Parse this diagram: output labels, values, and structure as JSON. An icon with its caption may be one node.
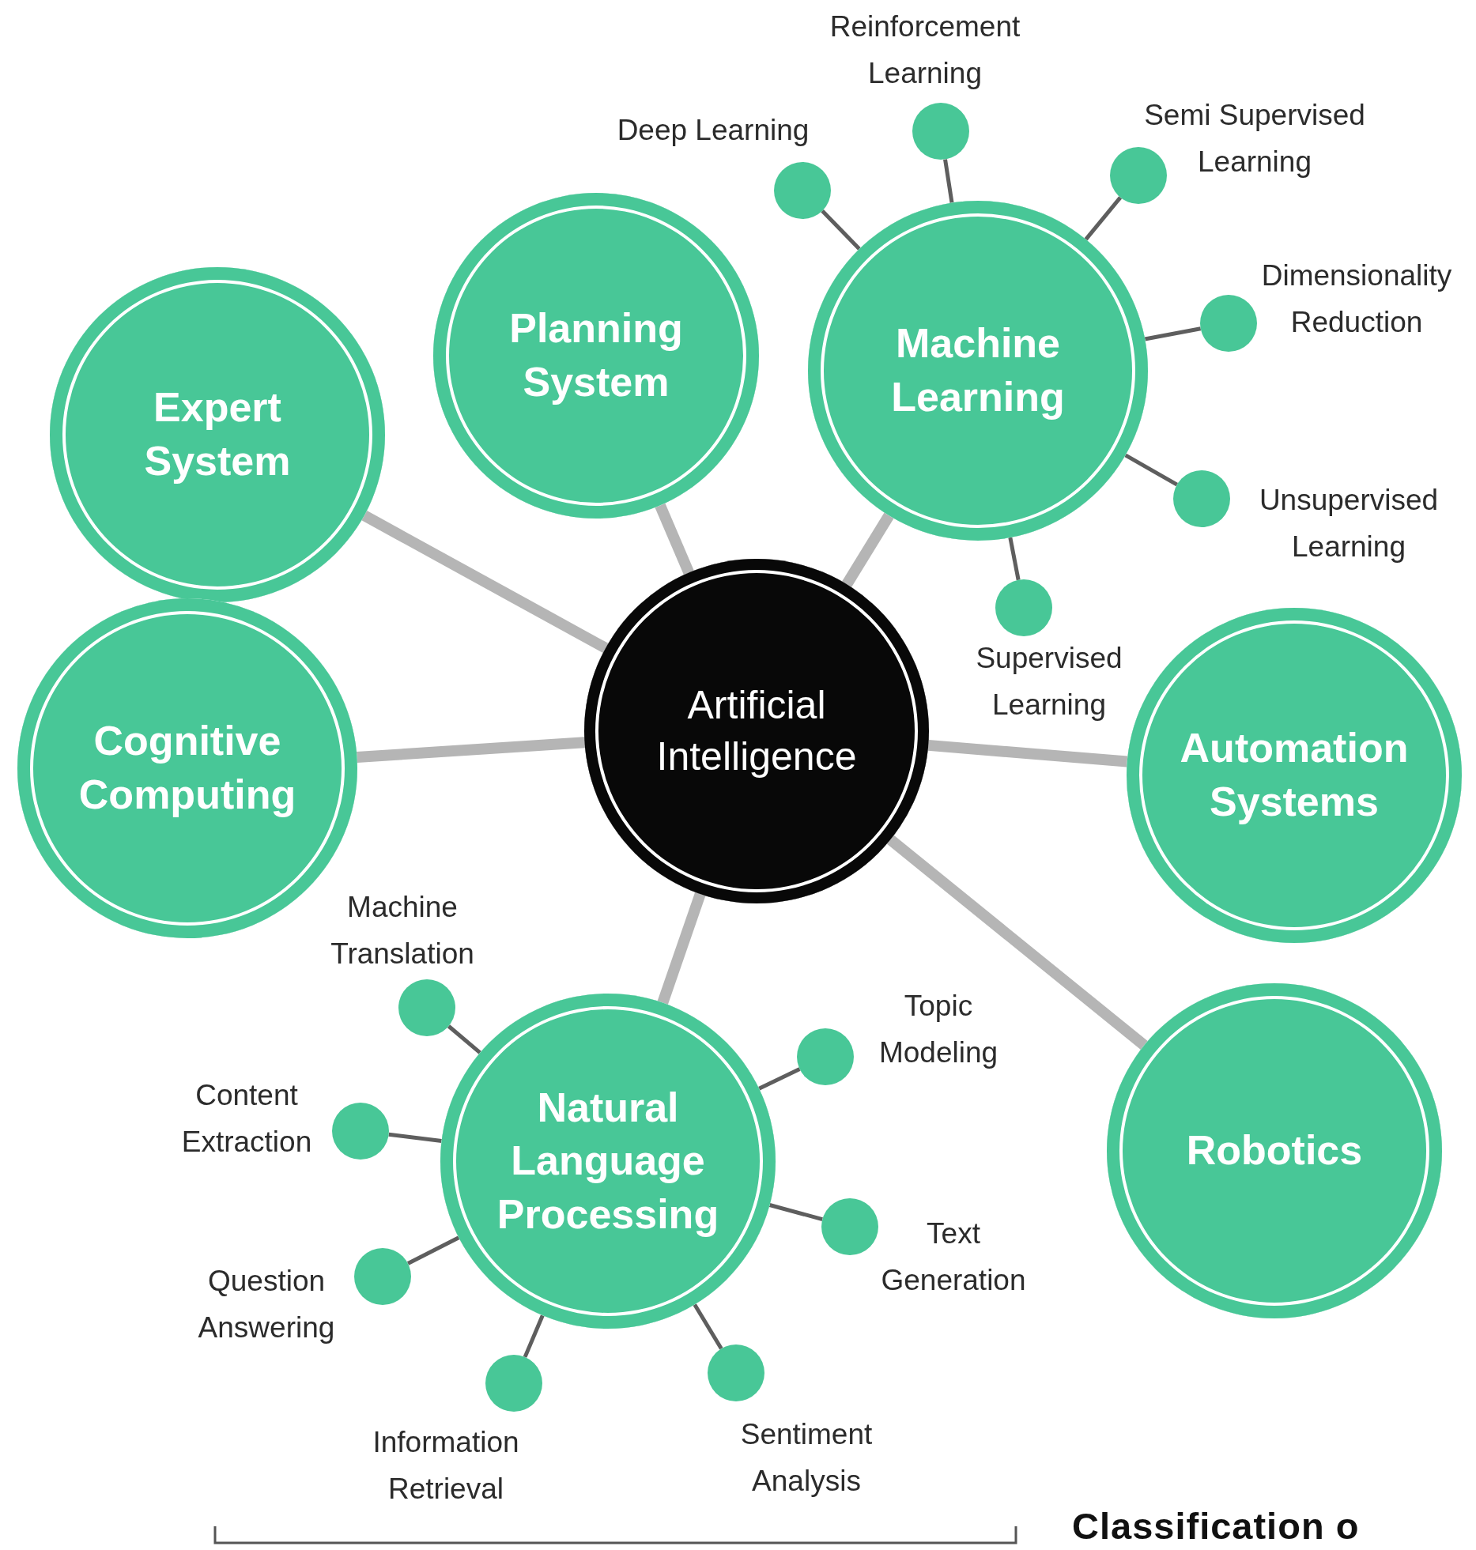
{
  "diagram": {
    "nodes": [
      {
        "text": [
          "Artificial Intelligence"
        ]
      },
      {
        "text": [
          "Expert System"
        ]
      },
      {
        "text": [
          "Planning System"
        ]
      },
      {
        "text": [
          "Machine Learning"
        ]
      },
      {
        "text": [
          "Cognitive Computing"
        ]
      },
      {
        "text": [
          "Automation Systems"
        ]
      },
      {
        "text": [
          "Robotics"
        ]
      },
      {
        "text": [
          "Natural Language Processing"
        ]
      },
      {
        "text": [],
        "shape": "circle",
        "beside": [
          "Deep Learning"
        ]
      },
      {
        "text": [],
        "shape": "circle",
        "beside": [
          "Reinforcement Learning"
        ]
      },
      {
        "text": [],
        "shape": "circle",
        "beside": [
          "Semi Supervised Learning"
        ]
      },
      {
        "text": [],
        "shape": "circle",
        "beside": [
          "Dimensionality Reduction"
        ]
      },
      {
        "text": [],
        "shape": "circle",
        "beside": [
          "Unsupervised Learning"
        ]
      },
      {
        "text": [],
        "shape": "circle",
        "beside": [
          "Supervised Learning"
        ]
      },
      {
        "text": [],
        "shape": "circle",
        "beside": [
          "Machine Translation"
        ]
      },
      {
        "text": [],
        "shape": "circle",
        "beside": [
          "Topic Modeling"
        ]
      },
      {
        "text": [],
        "shape": "circle",
        "beside": [
          "Content Extraction"
        ]
      },
      {
        "text": [],
        "shape": "circle",
        "beside": [
          "Text Generation"
        ]
      },
      {
        "text": [],
        "shape": "circle",
        "beside": [
          "Question Answering"
        ]
      },
      {
        "text": [],
        "shape": "circle",
        "beside": [
          "Information Retrieval"
        ]
      },
      {
        "text": [],
        "shape": "circle",
        "beside": [
          "Sentiment Analysis"
        ]
      }
    ],
    "edges": [
      {
        "from": 0,
        "to": 1,
        "arrow": "none",
        "style": "thick",
        "color": "#b5b5b5"
      },
      {
        "from": 0,
        "to": 2,
        "arrow": "none",
        "style": "thick",
        "color": "#b5b5b5"
      },
      {
        "from": 0,
        "to": 3,
        "arrow": "none",
        "style": "thick",
        "color": "#b5b5b5"
      },
      {
        "from": 0,
        "to": 4,
        "arrow": "none",
        "style": "thick",
        "color": "#b5b5b5"
      },
      {
        "from": 0,
        "to": 5,
        "arrow": "none",
        "style": "thick",
        "color": "#b5b5b5"
      },
      {
        "from": 0,
        "to": 6,
        "arrow": "none",
        "style": "thick",
        "color": "#b5b5b5"
      },
      {
        "from": 0,
        "to": 7,
        "arrow": "none",
        "style": "thick",
        "color": "#b5b5b5"
      },
      {
        "from": 3,
        "to": 8,
        "arrow": "none"
      },
      {
        "from": 3,
        "to": 9,
        "arrow": "none"
      },
      {
        "from": 3,
        "to": 10,
        "arrow": "none"
      },
      {
        "from": 3,
        "to": 11,
        "arrow": "none"
      },
      {
        "from": 3,
        "to": 12,
        "arrow": "none"
      },
      {
        "from": 3,
        "to": 13,
        "arrow": "none"
      },
      {
        "from": 7,
        "to": 14,
        "arrow": "none"
      },
      {
        "from": 7,
        "to": 15,
        "arrow": "none"
      },
      {
        "from": 7,
        "to": 16,
        "arrow": "none"
      },
      {
        "from": 7,
        "to": 17,
        "arrow": "none"
      },
      {
        "from": 7,
        "to": 18,
        "arrow": "none"
      },
      {
        "from": 7,
        "to": 19,
        "arrow": "none"
      },
      {
        "from": 7,
        "to": 20,
        "arrow": "none"
      }
    ],
    "labels": [
      "Classification o"
    ]
  }
}
